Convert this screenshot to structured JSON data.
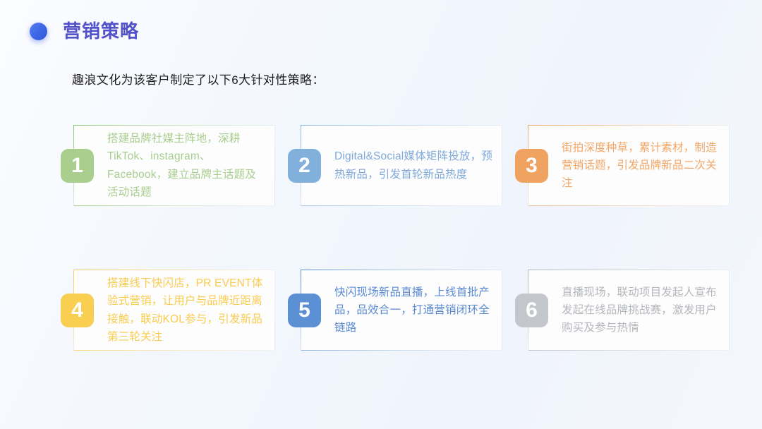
{
  "header": {
    "bullet_icon": "filled-circle-icon",
    "title": "营销策略",
    "title_color": "#5152c9",
    "bullet_color": "#3f6ae8"
  },
  "subtitle": "趣浪文化为该客户制定了以下6大针对性策略：",
  "cards": [
    {
      "number": "1",
      "text": "搭建品牌社媒主阵地，深耕TikTok、instagram、Facebook，建立品牌主话题及活动话题",
      "accent": "#a9ce8e",
      "theme": "green"
    },
    {
      "number": "2",
      "text": "Digital&Social媒体矩阵投放，预热新品，引发首轮新品热度",
      "accent": "#82b0dc",
      "theme": "light-blue"
    },
    {
      "number": "3",
      "text": "街拍深度种草，累计素材，制造营销话题，引发品牌新品二次关注",
      "accent": "#f0a260",
      "theme": "orange"
    },
    {
      "number": "4",
      "text": "搭建线下快闪店，PR EVENT体验式营销，让用户与品牌近距离接触，联动KOL参与，引发新品第三轮关注",
      "accent": "#f9cf52",
      "theme": "yellow"
    },
    {
      "number": "5",
      "text": "快闪现场新品直播，上线首批产品，品效合一，打通营销闭环全链路",
      "accent": "#5c90d4",
      "theme": "blue"
    },
    {
      "number": "6",
      "text": "直播现场，联动项目发起人宣布发起在线品牌挑战赛，激发用户购买及参与热情",
      "accent": "#c3c6ca",
      "theme": "gray"
    }
  ],
  "background_color": "#f2f6fd"
}
